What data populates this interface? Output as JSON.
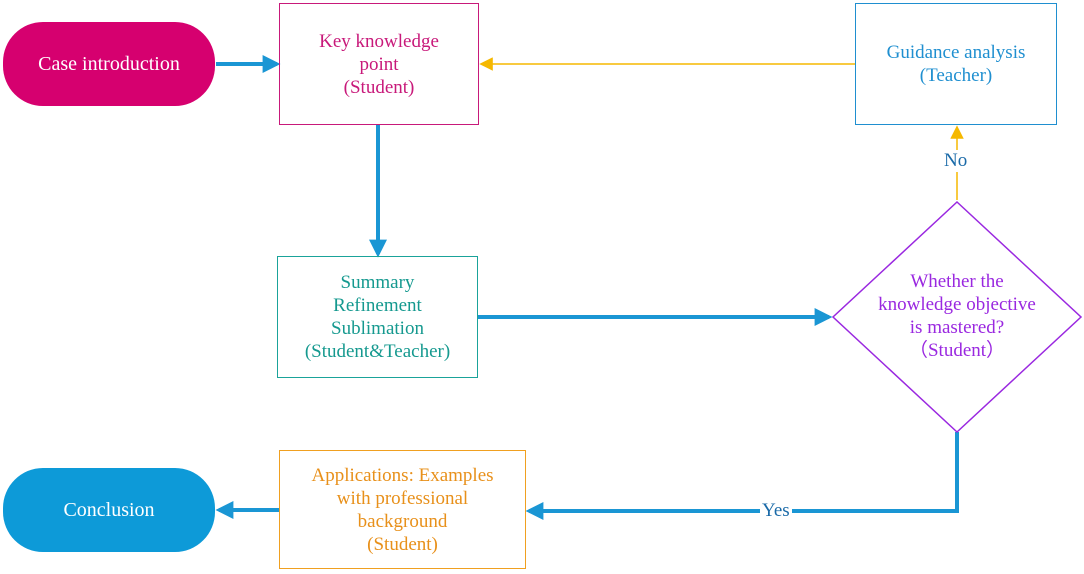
{
  "colors": {
    "pink": "#d6006f",
    "blue": "#0d9ad8",
    "magenta_border": "#c8197a",
    "guidance_blue": "#1f8fd0",
    "teal": "#1aa39a",
    "purple": "#9a28e0",
    "orange": "#f0a020",
    "yellow_arrow": "#f5b800",
    "arrow_blue": "#1a96d4"
  },
  "nodes": {
    "case_intro": {
      "label": "Case introduction"
    },
    "key_knowledge": {
      "lines": [
        "Key knowledge",
        "point",
        "(Student)"
      ]
    },
    "guidance": {
      "lines": [
        "Guidance analysis",
        "(Teacher)"
      ]
    },
    "summary": {
      "lines": [
        "Summary",
        "Refinement",
        "Sublimation",
        "(Student&Teacher)"
      ]
    },
    "decision": {
      "lines": [
        "Whether the",
        "knowledge objective",
        "is mastered?",
        "（Student）"
      ]
    },
    "applications": {
      "lines": [
        "Applications: Examples",
        "with professional",
        "background",
        "(Student)"
      ]
    },
    "conclusion": {
      "label": "Conclusion"
    }
  },
  "edges": {
    "no_label": "No",
    "yes_label": "Yes"
  }
}
